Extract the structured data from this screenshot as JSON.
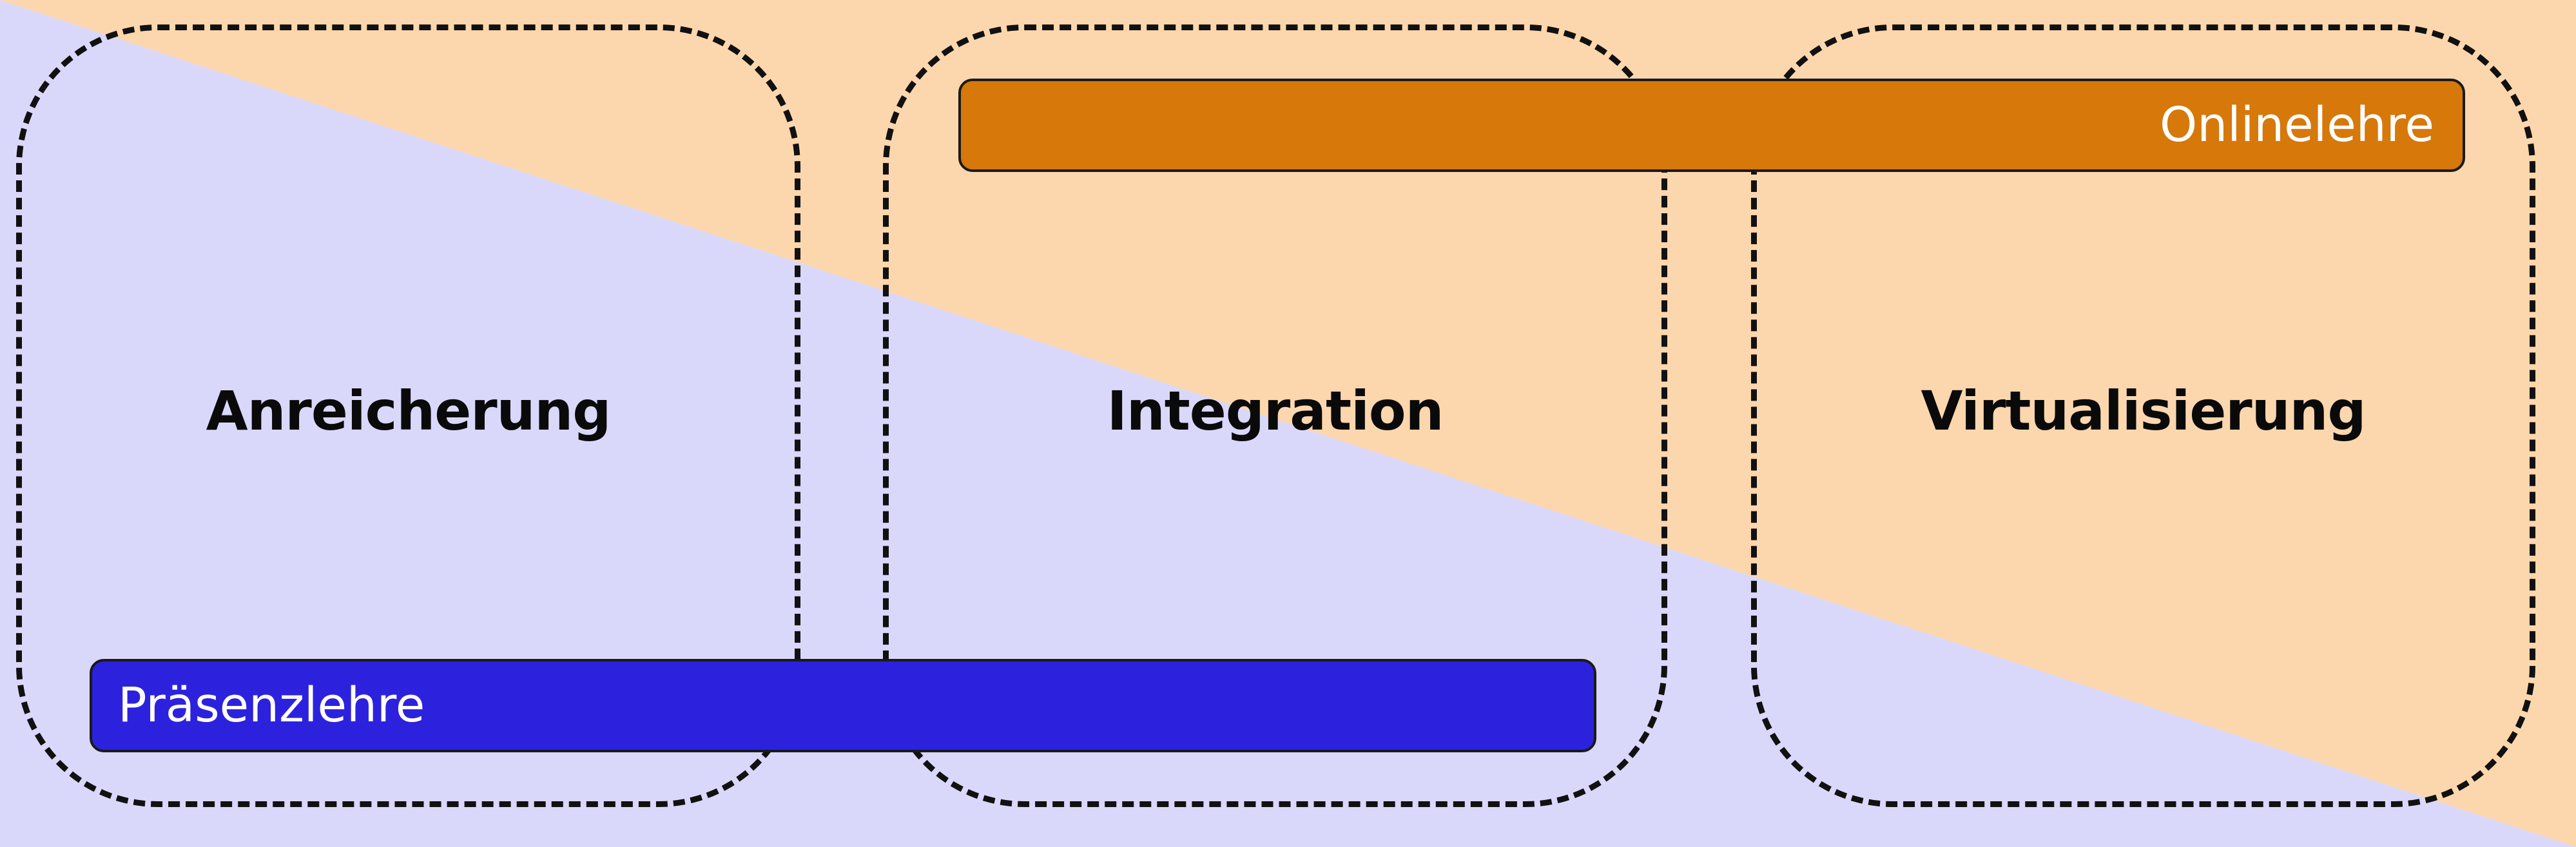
{
  "colors": {
    "online_area": "#FCD7AE",
    "praesenz_area": "#DAD8FA",
    "online_bar": "#D6780A",
    "praesenz_bar": "#2C22DE",
    "dash": "#111111"
  },
  "phases": [
    {
      "label": "Anreicherung"
    },
    {
      "label": "Integration"
    },
    {
      "label": "Virtualisierung"
    }
  ],
  "modes": {
    "online": {
      "label": "Onlinelehre"
    },
    "praesenz": {
      "label": "Präsenzlehre"
    }
  }
}
